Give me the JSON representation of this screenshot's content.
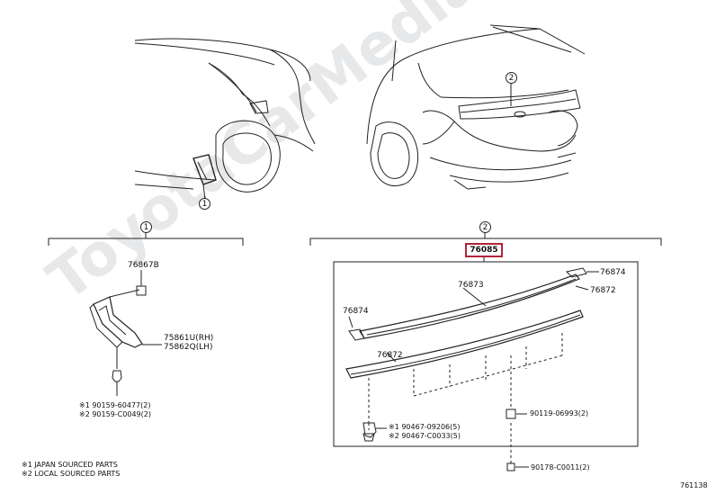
{
  "callouts": {
    "c1_top": "1",
    "c2_top": "2",
    "c1_section": "1",
    "c2_section": "2"
  },
  "section2": {
    "main_part": "76085",
    "parts": {
      "p76874_right": "76874",
      "p76873": "76873",
      "p76872_right": "76872",
      "p76874_left": "76874",
      "p76872_left": "76872",
      "clip_a": "※1 90467-09206(5)",
      "clip_b": "※2 90467-C0033(5)",
      "screw_a": "90119-06993(2)",
      "screw_b": "90178-C0011(2)"
    }
  },
  "section1": {
    "parts": {
      "p76867b": "76867B",
      "p75861": "75861U(RH)",
      "p75862": "75862Q(LH)",
      "clip_a": "※1 90159-60477(2)",
      "clip_b": "※2 90159-C0049(2)"
    }
  },
  "legend": {
    "line1": "※1 JAPAN SOURCED PARTS",
    "line2": "※2 LOCAL SOURCED PARTS"
  },
  "diagram_id": "761138",
  "watermark": "ToyotaCarMedia.ru"
}
